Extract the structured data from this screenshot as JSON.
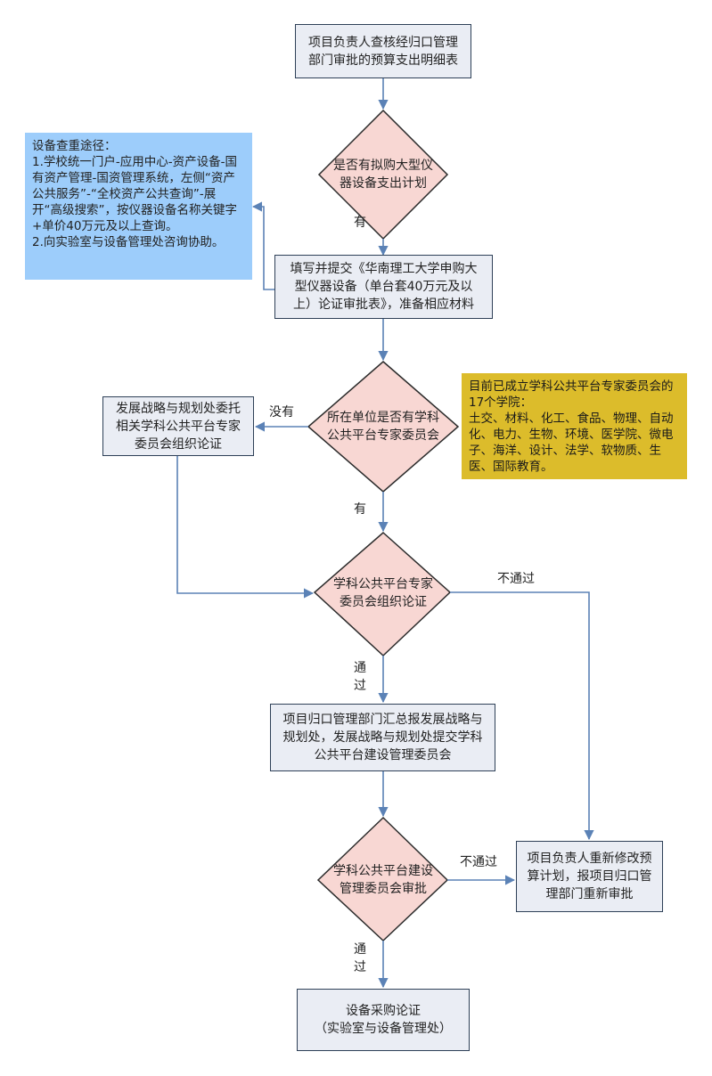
{
  "boxes": {
    "start": "项目负责人查核经归口管理\n部门审批的预算支出明细表",
    "fill_form": "填写并提交《华南理工大学申购大\n型仪器设备（单台套40万元及以\n上）论证审批表》，准备相应材料",
    "delegate": "发展战略与规划处委托\n相关学科公共平台专家\n委员会组织论证",
    "summary": "项目归口管理部门汇总报发展战略与\n规划处，发展战略与规划处提交学科\n公共平台建设管理委员会",
    "revise": "项目负责人重新修改预\n算计划，报项目归口管\n理部门重新审批",
    "procure": "设备采购论证\n（实验室与设备管理处）"
  },
  "decisions": {
    "d1": "是否有拟购大型仪\n器设备支出计划",
    "d2": "所在单位是否有学科\n公共平台专家委员会",
    "d3": "学科公共平台专家\n委员会组织论证",
    "d4": "学科公共平台建设\n管理委员会审批"
  },
  "notes": {
    "blue": "设备查重途径：\n1.学校统一门户-应用中心-资产设备-国有资产管理-国资管理系统，左侧“资产公共服务”-“全校资产公共查询”-展开“高级搜索”，按仪器设备名称关键字+单价40万元及以上查询。\n2.向实验室与设备管理处咨询协助。",
    "gold": "目前已成立学科公共平台专家委员会的17个学院：\n土交、材料、化工、食品、物理、自动化、电力、生物、环境、医学院、微电子、海洋、设计、法学、软物质、生医、国际教育。"
  },
  "labels": {
    "yes1": "有",
    "no1": "没有",
    "yes2": "有",
    "fail1": "不通过",
    "pass1": "通\n过",
    "fail2": "不通过",
    "pass2": "通\n过"
  },
  "colors": {
    "box_fill": "#eaedf4",
    "box_border": "#2e4057",
    "decision_fill": "#f8d7d3",
    "decision_border": "#2b2b2b",
    "arrow": "#5b82b6",
    "note_blue": "#9dcdfb",
    "note_gold": "#dcbc2b"
  }
}
